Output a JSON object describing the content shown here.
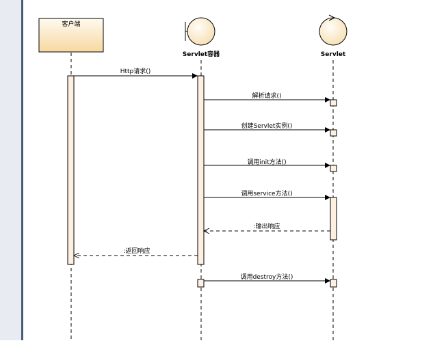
{
  "colors": {
    "left_bar": "#4a5a78",
    "actor_fill": "#fde7b8",
    "node_fill": "#fdf3e1",
    "activation_fill": "#fdf0e0",
    "line": "#000000"
  },
  "participants": [
    {
      "id": "client",
      "name": "客户端",
      "kind": "actor-box"
    },
    {
      "id": "container",
      "name": "Servlet容器",
      "kind": "boundary"
    },
    {
      "id": "servlet",
      "name": "Servlet",
      "kind": "control"
    }
  ],
  "messages": [
    {
      "from": "client",
      "to": "container",
      "label": "Http请求()",
      "style": "sync"
    },
    {
      "from": "container",
      "to": "servlet",
      "label": "解析请求()",
      "style": "sync"
    },
    {
      "from": "container",
      "to": "servlet",
      "label": "创建Servlet实例()",
      "style": "sync"
    },
    {
      "from": "container",
      "to": "servlet",
      "label": "调用init方法()",
      "style": "sync"
    },
    {
      "from": "container",
      "to": "servlet",
      "label": "调用service方法()",
      "style": "sync"
    },
    {
      "from": "servlet",
      "to": "container",
      "label": ":输出响应",
      "style": "return"
    },
    {
      "from": "container",
      "to": "client",
      "label": ":返回响应",
      "style": "return"
    },
    {
      "from": "container",
      "to": "servlet",
      "label": "调用destroy方法()",
      "style": "sync"
    }
  ]
}
